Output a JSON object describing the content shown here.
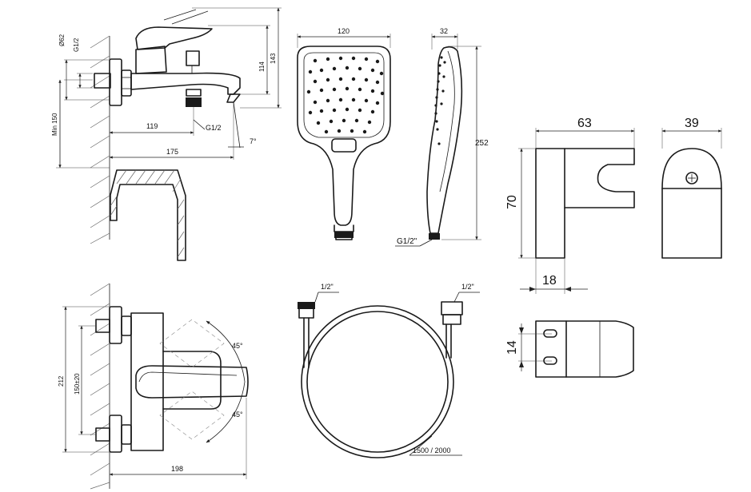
{
  "faucet_side": {
    "diam": "Ø62",
    "thread_top": "G1/2",
    "height_114": "114",
    "height_143": "143",
    "min150": "Min 150",
    "len119": "119",
    "outlet_thread": "G1/2",
    "angle": "7°",
    "len175": "175"
  },
  "hand_shower": {
    "width": "120",
    "depth": "32",
    "length": "252",
    "thread": "G1/2\""
  },
  "holder": {
    "width": "63",
    "depth": "39",
    "height": "70",
    "thickness": "18",
    "slot": "14"
  },
  "faucet_top": {
    "angle_up": "45°",
    "angle_down": "45°",
    "width212": "212",
    "spacing": "150±20",
    "len198": "198"
  },
  "hose": {
    "end_left": "1/2\"",
    "end_right": "1/2\"",
    "length": "1500 / 2000"
  }
}
